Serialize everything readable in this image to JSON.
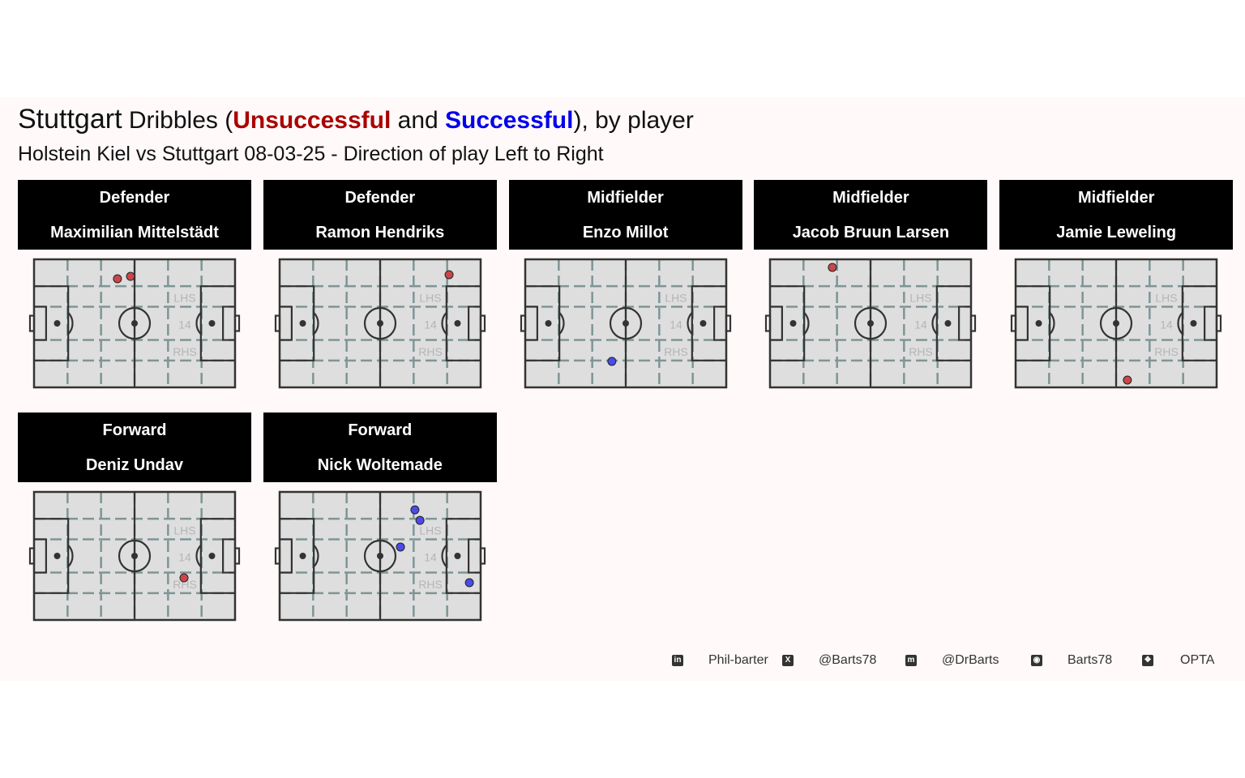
{
  "title": {
    "team": "Stuttgart",
    "part1": " Dribbles (",
    "unsuccessful": "Unsuccessful",
    "part2": " and ",
    "successful": "Successful",
    "part3": "), by player"
  },
  "subtitle": "Holstein Kiel vs Stuttgart 08-03-25 - Direction of play Left to Right",
  "colors": {
    "unsuccessful": "#aa0000",
    "successful": "#0000ee",
    "unsuccessful_point": "#c8474a",
    "successful_point": "#4b4bea",
    "pitch": "#dedede",
    "grid": "#7f9595",
    "lines": "#333333",
    "strip": "#000000",
    "background": "#fff9f9"
  },
  "pitch_labels": {
    "lhs": "LHS",
    "center": "14",
    "rhs": "RHS"
  },
  "chart_data": {
    "type": "scatter",
    "title": "Stuttgart Dribbles (Unsuccessful and Successful), by player",
    "x_range": [
      0,
      100
    ],
    "y_range": [
      0,
      100
    ],
    "legend": "title-colored",
    "facets": [
      {
        "position": "Defender",
        "player": "Maximilian Mittelstädt",
        "points": [
          {
            "x": 41.5,
            "y": 84.8,
            "outcome": "Unsuccessful"
          },
          {
            "x": 48,
            "y": 86.7,
            "outcome": "Unsuccessful"
          }
        ]
      },
      {
        "position": "Defender",
        "player": "Ramon Hendriks",
        "points": [
          {
            "x": 84.3,
            "y": 88,
            "outcome": "Unsuccessful"
          }
        ]
      },
      {
        "position": "Midfielder",
        "player": "Enzo Millot",
        "points": [
          {
            "x": 43.1,
            "y": 20.3,
            "outcome": "Successful"
          }
        ]
      },
      {
        "position": "Midfielder",
        "player": "Jacob Bruun Larsen",
        "points": [
          {
            "x": 31,
            "y": 93.7,
            "outcome": "Unsuccessful"
          }
        ]
      },
      {
        "position": "Midfielder",
        "player": "Jamie Leweling",
        "points": [
          {
            "x": 55.6,
            "y": 5.7,
            "outcome": "Unsuccessful"
          }
        ]
      },
      {
        "position": "Forward",
        "player": "Deniz Undav",
        "points": [
          {
            "x": 74.6,
            "y": 32.9,
            "outcome": "Unsuccessful"
          }
        ]
      },
      {
        "position": "Forward",
        "player": "Nick Woltemade",
        "points": [
          {
            "x": 67.3,
            "y": 86,
            "outcome": "Successful"
          },
          {
            "x": 69.8,
            "y": 77.8,
            "outcome": "Successful"
          },
          {
            "x": 60.1,
            "y": 57,
            "outcome": "Successful"
          },
          {
            "x": 94.4,
            "y": 29.1,
            "outcome": "Successful"
          }
        ]
      }
    ]
  },
  "footer": [
    {
      "icon": "linkedin-icon",
      "glyph": "in",
      "text": "Phil-barter"
    },
    {
      "icon": "x-twitter-icon",
      "glyph": "X",
      "text": "@Barts78"
    },
    {
      "icon": "mastodon-icon",
      "glyph": "m",
      "text": "@DrBarts"
    },
    {
      "icon": "github-icon",
      "glyph": "◉",
      "text": "Barts78"
    },
    {
      "icon": "dropbox-icon",
      "glyph": "❖",
      "text": "OPTA"
    }
  ]
}
